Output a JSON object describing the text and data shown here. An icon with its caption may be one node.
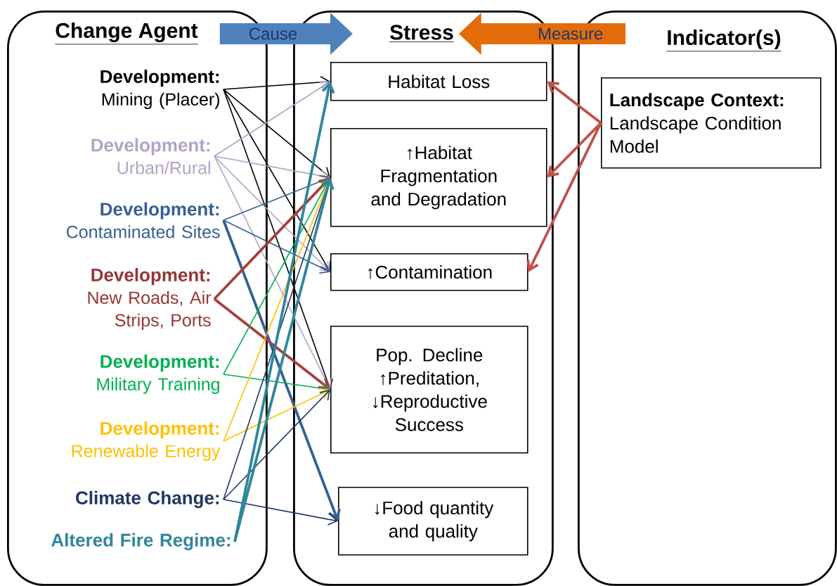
{
  "diagram": {
    "nodes": [
      {
        "text": [
          "Change Agent"
        ]
      },
      {
        "text": [
          "Stress"
        ]
      },
      {
        "text": [
          "Indicator(s)"
        ]
      },
      {
        "text": [
          "Development:",
          "Mining (Placer)"
        ],
        "in": 0
      },
      {
        "text": [
          "Development:",
          "Urban/Rural"
        ],
        "in": 0
      },
      {
        "text": [
          "Development:",
          "Contaminated Sites"
        ],
        "in": 0
      },
      {
        "text": [
          "Development:",
          "New Roads, Air Strips, Ports"
        ],
        "in": 0
      },
      {
        "text": [
          "Development:",
          "Military Training"
        ],
        "in": 0
      },
      {
        "text": [
          "Development:",
          "Renewable Energy"
        ],
        "in": 0
      },
      {
        "text": [
          "Climate Change:"
        ],
        "in": 0
      },
      {
        "text": [
          "Altered Fire Regime:"
        ],
        "in": 0
      },
      {
        "text": [
          "Habitat Loss"
        ],
        "in": 1
      },
      {
        "text": [
          "↑Habitat Fragmentation and Degradation"
        ],
        "in": 1
      },
      {
        "text": [
          "↑Contamination"
        ],
        "in": 1
      },
      {
        "text": [
          "Pop. Decline ↑Preditation, ↓Reproductive Success"
        ],
        "in": 1
      },
      {
        "text": [
          "↓Food quantity and quality"
        ],
        "in": 1
      },
      {
        "text": [
          "Landscape Context:",
          "Landscape Condition Model"
        ],
        "in": 2
      }
    ],
    "edges": [
      {
        "from": 0,
        "to": 1,
        "arrow": "to",
        "label": "Cause",
        "style": "thick",
        "color": "#4f81bd"
      },
      {
        "from": 2,
        "to": 1,
        "arrow": "to",
        "label": "Measure",
        "style": "thick",
        "color": "#e46c0a"
      },
      {
        "from": 3,
        "to": 11,
        "arrow": "to",
        "color": "#000000"
      },
      {
        "from": 3,
        "to": 12,
        "arrow": "to",
        "color": "#000000"
      },
      {
        "from": 3,
        "to": 13,
        "arrow": "to",
        "color": "#000000"
      },
      {
        "from": 3,
        "to": 14,
        "arrow": "to",
        "color": "#000000"
      },
      {
        "from": 4,
        "to": 11,
        "arrow": "to",
        "color": "#b3a2c7"
      },
      {
        "from": 4,
        "to": 12,
        "arrow": "to",
        "color": "#b3a2c7"
      },
      {
        "from": 4,
        "to": 13,
        "arrow": "to",
        "color": "#b3a2c7"
      },
      {
        "from": 4,
        "to": 14,
        "arrow": "to",
        "color": "#b3a2c7"
      },
      {
        "from": 5,
        "to": 12,
        "arrow": "to",
        "color": "#376092"
      },
      {
        "from": 5,
        "to": 13,
        "arrow": "to",
        "color": "#376092"
      },
      {
        "from": 5,
        "to": 15,
        "arrow": "to",
        "style": "thick",
        "color": "#376092"
      },
      {
        "from": 6,
        "to": 12,
        "arrow": "to",
        "style": "thick",
        "color": "#a5403e"
      },
      {
        "from": 6,
        "to": 14,
        "arrow": "to",
        "style": "thick",
        "color": "#a5403e"
      },
      {
        "from": 7,
        "to": 12,
        "arrow": "to",
        "color": "#00b050"
      },
      {
        "from": 7,
        "to": 14,
        "arrow": "to",
        "color": "#00b050"
      },
      {
        "from": 8,
        "to": 12,
        "arrow": "to",
        "color": "#ffc000"
      },
      {
        "from": 8,
        "to": 14,
        "arrow": "to",
        "color": "#ffc000"
      },
      {
        "from": 9,
        "to": 12,
        "arrow": "to",
        "color": "#1f3864"
      },
      {
        "from": 9,
        "to": 14,
        "arrow": "to",
        "color": "#1f3864"
      },
      {
        "from": 9,
        "to": 15,
        "arrow": "to",
        "color": "#1f3864"
      },
      {
        "from": 10,
        "to": 11,
        "arrow": "to",
        "style": "thick",
        "color": "#31859c"
      },
      {
        "from": 10,
        "to": 12,
        "arrow": "to",
        "style": "thick",
        "color": "#31859c"
      },
      {
        "from": 16,
        "to": 11,
        "arrow": "to",
        "style": "thick",
        "color": "#c0504d"
      },
      {
        "from": 16,
        "to": 12,
        "arrow": "to",
        "style": "thick",
        "color": "#c0504d"
      },
      {
        "from": 16,
        "to": 13,
        "arrow": "to",
        "style": "thick",
        "color": "#c0504d"
      }
    ]
  }
}
